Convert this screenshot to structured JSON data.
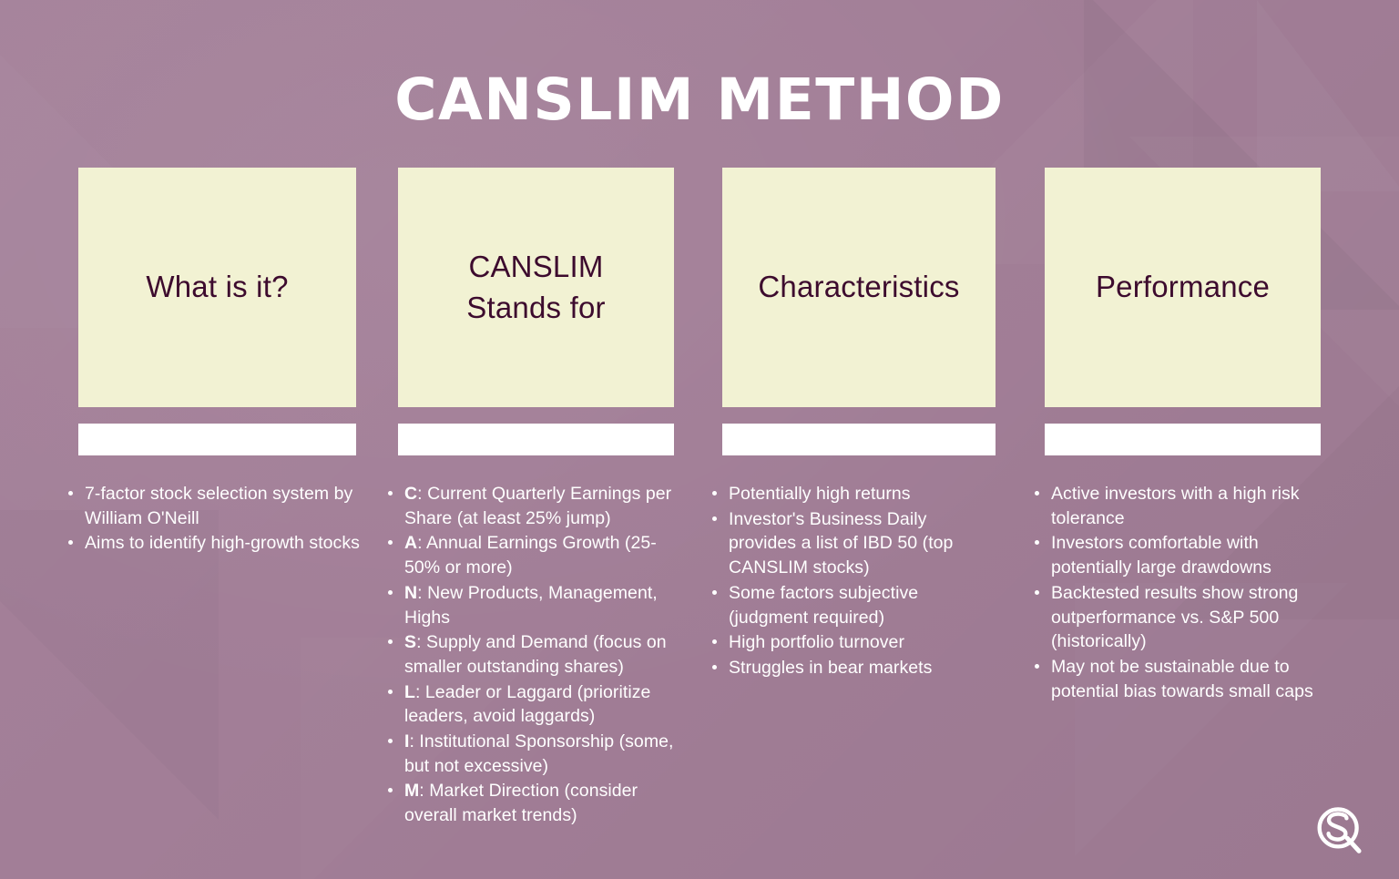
{
  "theme": {
    "background": "#a27e97",
    "card_bg": "#f2f2d3",
    "card_text": "#3d0b2e",
    "body_text": "#ffffff",
    "bar": "#ffffff"
  },
  "title": "CANSLIM METHOD",
  "columns": [
    {
      "heading": "What is it?",
      "bullets": [
        {
          "prefix": "",
          "text": "7-factor stock selection system by William O'Neill"
        },
        {
          "prefix": "",
          "text": "Aims to identify high-growth stocks"
        }
      ]
    },
    {
      "heading": "CANSLIM\nStands for",
      "bullets": [
        {
          "prefix": "C",
          "text": ": Current Quarterly Earnings per Share (at least 25% jump)"
        },
        {
          "prefix": "A",
          "text": ": Annual Earnings Growth (25-50% or more)"
        },
        {
          "prefix": "N",
          "text": ": New Products, Management, Highs"
        },
        {
          "prefix": "S",
          "text": ": Supply and Demand (focus on smaller outstanding shares)"
        },
        {
          "prefix": "L",
          "text": ": Leader or Laggard (prioritize leaders, avoid laggards)"
        },
        {
          "prefix": "I",
          "text": ": Institutional Sponsorship (some, but not excessive)"
        },
        {
          "prefix": "M",
          "text": ": Market Direction (consider overall market trends)"
        }
      ]
    },
    {
      "heading": "Characteristics",
      "bullets": [
        {
          "prefix": "",
          "text": "Potentially high returns"
        },
        {
          "prefix": "",
          "text": "Investor's Business Daily provides a list of IBD 50 (top CANSLIM stocks)"
        },
        {
          "prefix": "",
          "text": "Some factors subjective (judgment required)"
        },
        {
          "prefix": "",
          "text": "High portfolio turnover"
        },
        {
          "prefix": "",
          "text": "Struggles in bear markets"
        }
      ]
    },
    {
      "heading": "Performance",
      "bullets": [
        {
          "prefix": "",
          "text": "Active investors with a high risk tolerance"
        },
        {
          "prefix": "",
          "text": "Investors comfortable with potentially large drawdowns"
        },
        {
          "prefix": "",
          "text": "Backtested results show strong outperformance vs. S&P 500 (historically)"
        },
        {
          "prefix": "",
          "text": "May not be sustainable due to potential bias towards small caps"
        }
      ]
    }
  ],
  "logo": {
    "name": "sq-monogram-logo",
    "color": "#ffffff"
  }
}
